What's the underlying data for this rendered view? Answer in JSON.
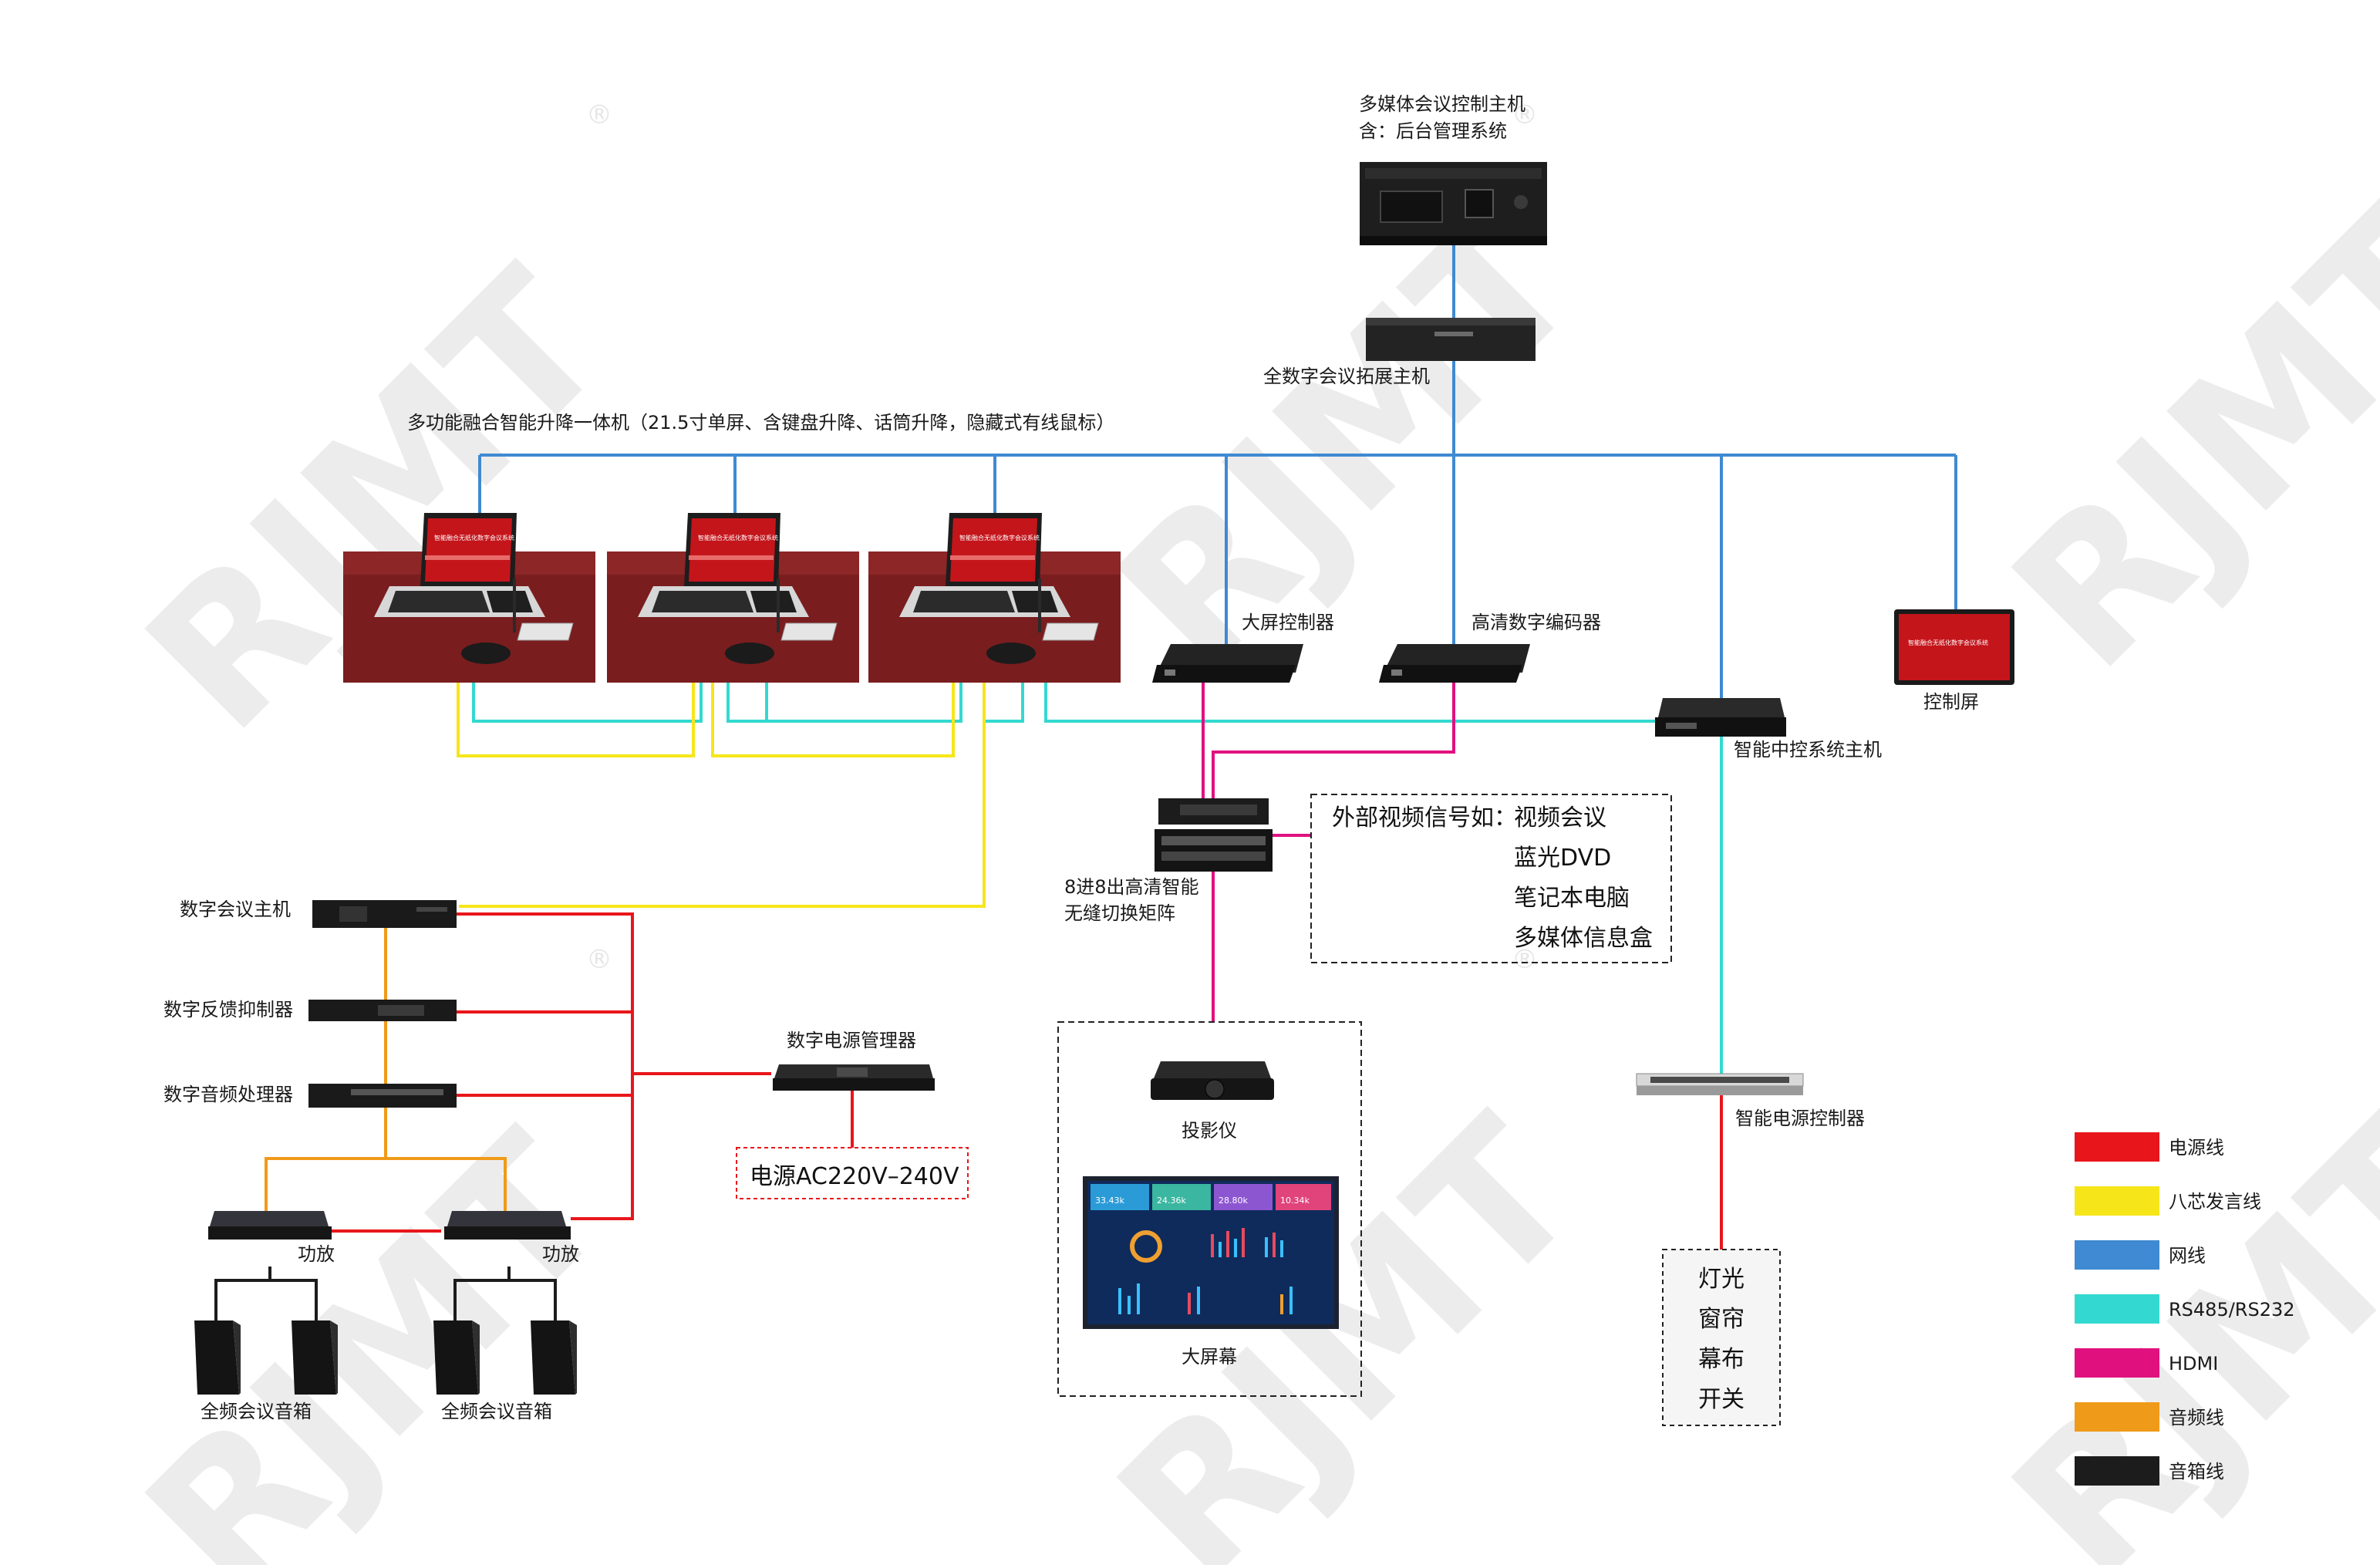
{
  "colors": {
    "power": "#e8161b",
    "eight_core": "#f6e619",
    "network": "#3f8ad2",
    "rs485": "#33d9d0",
    "hdmi": "#e0117f",
    "audio": "#f09a19",
    "speaker": "#1c1c1c"
  },
  "watermark": {
    "text": "RJMT",
    "registered": "®"
  },
  "nodes": {
    "host": {
      "line1": "多媒体会议控制主机",
      "line2": "含：后台管理系统"
    },
    "expander": {
      "label": "全数字会议拓展主机"
    },
    "lift_unit": {
      "label": "多功能融合智能升降一体机（21.5寸单屏、含键盘升降、话筒升降，隐藏式有线鼠标）"
    },
    "screen_ctrl": {
      "label": "大屏控制器"
    },
    "encoder": {
      "label": "高清数字编码器"
    },
    "control_screen": {
      "label": "控制屏"
    },
    "central_ctrl": {
      "label": "智能中控系统主机"
    },
    "matrix": {
      "line1": "8进8出高清智能",
      "line2": "无缝切换矩阵"
    },
    "ext_video": {
      "title": "外部视频信号如：",
      "items": [
        "视频会议",
        "蓝光DVD",
        "笔记本电脑",
        "多媒体信息盒"
      ]
    },
    "conf_host": {
      "label": "数字会议主机"
    },
    "feedback": {
      "label": "数字反馈抑制器"
    },
    "processor": {
      "label": "数字音频处理器"
    },
    "power_mgr": {
      "label": "数字电源管理器"
    },
    "mains": {
      "label": "电源AC220V–240V"
    },
    "amp1": {
      "label": "功放"
    },
    "amp2": {
      "label": "功放"
    },
    "speaker1": {
      "label": "全频会议音箱"
    },
    "speaker2": {
      "label": "全频会议音箱"
    },
    "projector": {
      "label": "投影仪"
    },
    "big_screen": {
      "label": "大屏幕"
    },
    "power_ctrl": {
      "label": "智能电源控制器"
    },
    "loads": {
      "items": [
        "灯光",
        "窗帘",
        "幕布",
        "开关"
      ]
    }
  },
  "legend": [
    {
      "label": "电源线",
      "color": "#e8161b"
    },
    {
      "label": "八芯发言线",
      "color": "#f6e619"
    },
    {
      "label": "网线",
      "color": "#3f8ad2"
    },
    {
      "label": "RS485/RS232",
      "color": "#33d9d0"
    },
    {
      "label": "HDMI",
      "color": "#e0117f"
    },
    {
      "label": "音频线",
      "color": "#f09a19"
    },
    {
      "label": "音箱线",
      "color": "#1c1c1c"
    }
  ],
  "screens": {
    "terminal_title": "智能融合无纸化数字会议系统",
    "control_title": "智能融合无纸化数字会议系统",
    "kpis": [
      "33.43k",
      "24.36k",
      "28.80k",
      "10.34k"
    ]
  }
}
